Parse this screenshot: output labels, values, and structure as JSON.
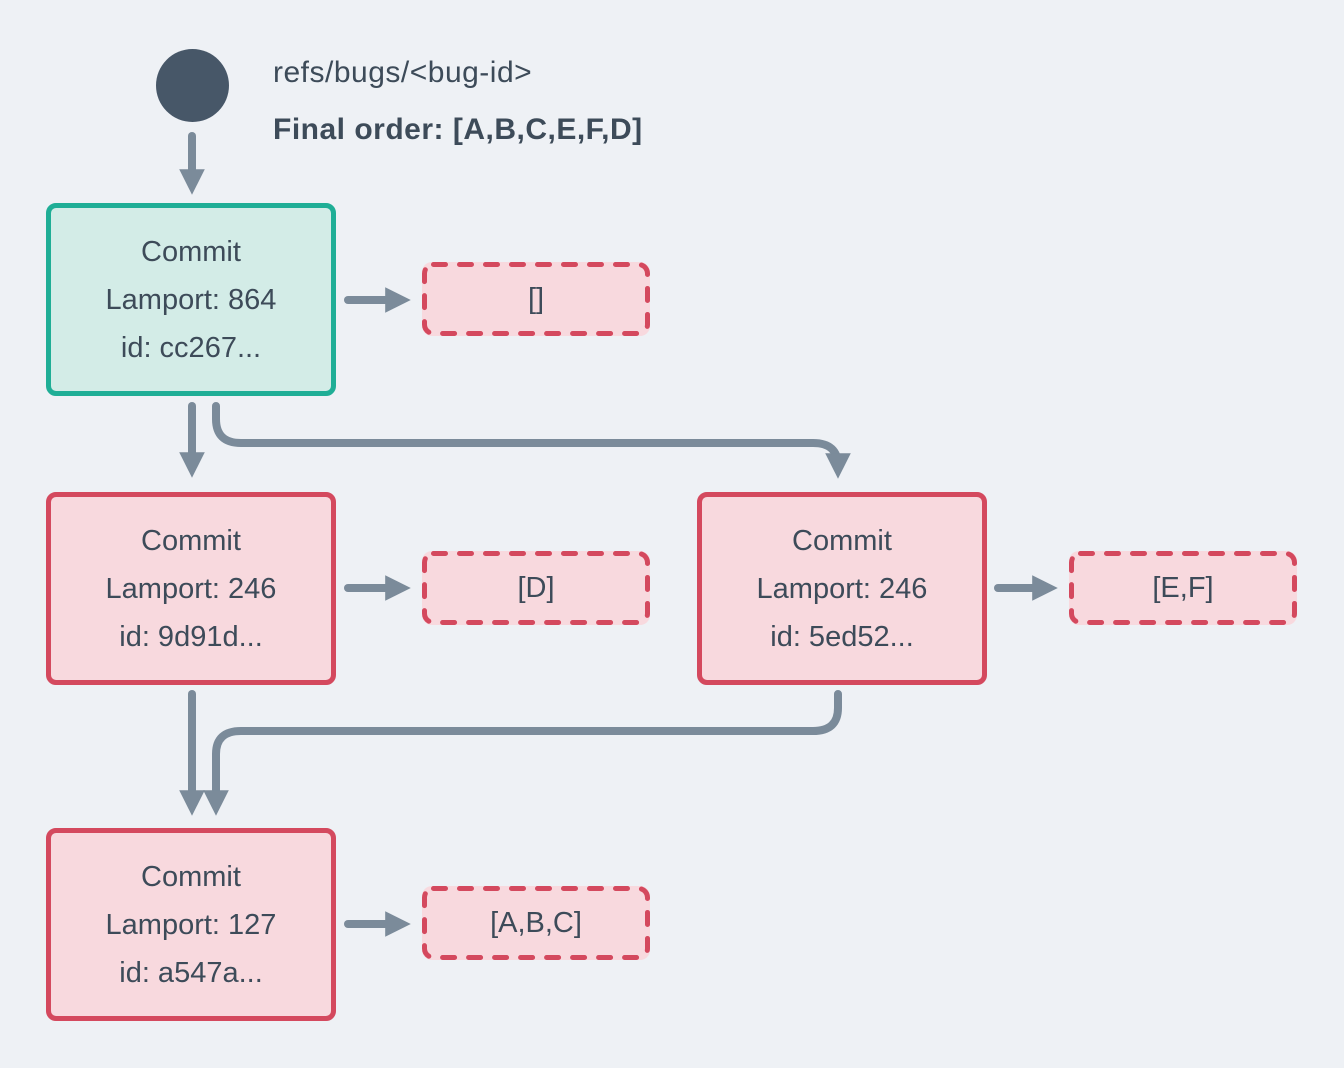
{
  "header": {
    "ref_label": "refs/bugs/<bug-id>",
    "final_order": "Final order: [A,B,C,E,F,D]"
  },
  "commits": {
    "root": {
      "title": "Commit",
      "lamport": "Lamport: 864",
      "id": "id: cc267...",
      "ops": "[]"
    },
    "left": {
      "title": "Commit",
      "lamport": "Lamport: 246",
      "id": "id: 9d91d...",
      "ops": "[D]"
    },
    "right": {
      "title": "Commit",
      "lamport": "Lamport: 246",
      "id": "id: 5ed52...",
      "ops": "[E,F]"
    },
    "bottom": {
      "title": "Commit",
      "lamport": "Lamport: 127",
      "id": "id: a547a...",
      "ops": "[A,B,C]"
    }
  },
  "colors": {
    "background": "#eef1f5",
    "ref_circle": "#475768",
    "text": "#3d4b59",
    "arrow": "#7b8b9a",
    "head_border": "#1fae96",
    "head_fill": "#d3ece7",
    "commit_border": "#d4495e",
    "commit_fill": "#f8d9de"
  }
}
